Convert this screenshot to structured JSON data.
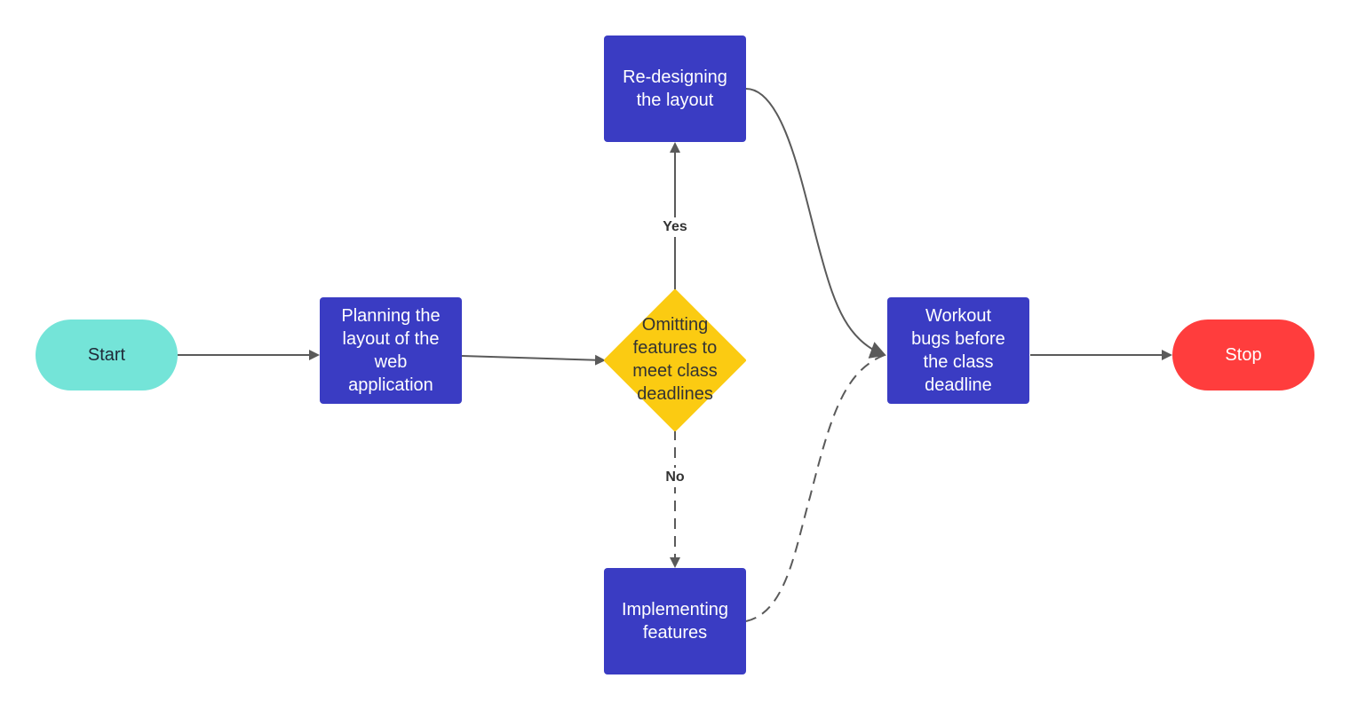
{
  "nodes": {
    "start": {
      "label": "Start",
      "fill": "#74e4d8",
      "text_color": "#1f2937"
    },
    "plan": {
      "label": "Planning the\nlayout of the\nweb\napplication",
      "fill": "#3a3cc3",
      "text_color": "#ffffff"
    },
    "decision": {
      "label": "Omitting\nfeatures to\nmeet class\ndeadlines",
      "fill": "#fbcb12",
      "text_color": "#333333"
    },
    "redesign": {
      "label": "Re-designing\nthe layout",
      "fill": "#3a3cc3",
      "text_color": "#ffffff"
    },
    "implement": {
      "label": "Implementing\nfeatures",
      "fill": "#3a3cc3",
      "text_color": "#ffffff"
    },
    "workout": {
      "label": "Workout\nbugs before\nthe class\ndeadline",
      "fill": "#3a3cc3",
      "text_color": "#ffffff"
    },
    "stop": {
      "label": "Stop",
      "fill": "#ff3d3d",
      "text_color": "#ffffff"
    }
  },
  "edges": {
    "yes_label": "Yes",
    "no_label": "No",
    "line_color": "#5a5a5a"
  }
}
